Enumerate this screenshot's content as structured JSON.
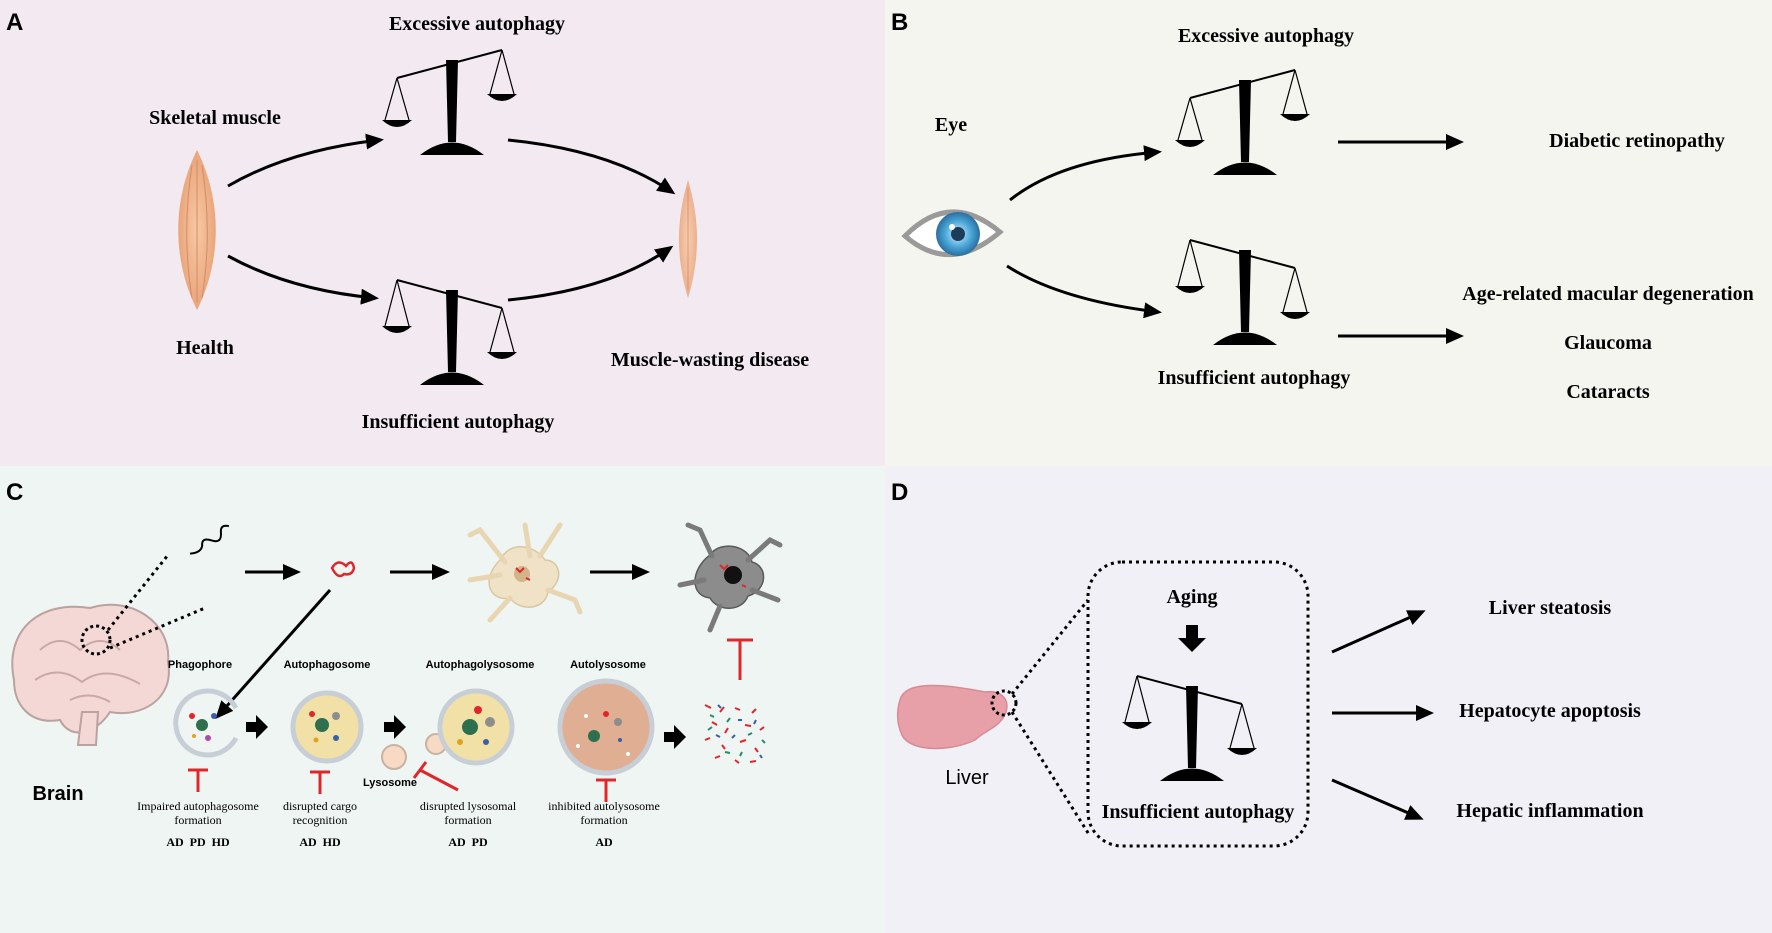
{
  "panels": {
    "a": {
      "letter": "A",
      "background": "#f3e9f1",
      "top_label": "Excessive autophagy",
      "source_label": "Skeletal muscle",
      "health_label": "Health",
      "disease_label": "Muscle-wasting disease",
      "bottom_label": "Insufficient autophagy"
    },
    "b": {
      "letter": "B",
      "background": "#f4f5ef",
      "organ_label": "Eye",
      "top_label": "Excessive autophagy",
      "bottom_label": "Insufficient autophagy",
      "top_outcome": "Diabetic retinopathy",
      "bottom_outcomes": [
        "Age-related macular degeneration",
        "Glaucoma",
        "Cataracts"
      ]
    },
    "c": {
      "letter": "C",
      "background": "#eef5f3",
      "organ_label": "Brain",
      "stages": [
        "Phagophore",
        "Autophagosome",
        "Autophagolysosome",
        "Autolysosome"
      ],
      "lysosome_label": "Lysosome",
      "inhibitions": [
        {
          "line1": "Impaired autophagosome",
          "line2": "formation",
          "diseases": "AD  PD  HD"
        },
        {
          "line1": "disrupted cargo",
          "line2": "recognition",
          "diseases": "AD  HD"
        },
        {
          "line1": "disrupted lysosomal",
          "line2": "formation",
          "diseases": "AD  PD"
        },
        {
          "line1": "inhibited autolysosome",
          "line2": "formation",
          "diseases": "AD"
        }
      ]
    },
    "d": {
      "letter": "D",
      "background": "#f1f0f6",
      "organ_label": "Liver",
      "trigger_label": "Aging",
      "state_label": "Insufficient autophagy",
      "outcomes": [
        "Liver steatosis",
        "Hepatocyte apoptosis",
        "Hepatic inflammation"
      ]
    }
  },
  "colors": {
    "inhibition_red": "#e0262b",
    "muscle": "#f1b98f",
    "liver": "#e8a0a8",
    "brain": "#f4d8d6",
    "iris": "#4aa6d8"
  }
}
